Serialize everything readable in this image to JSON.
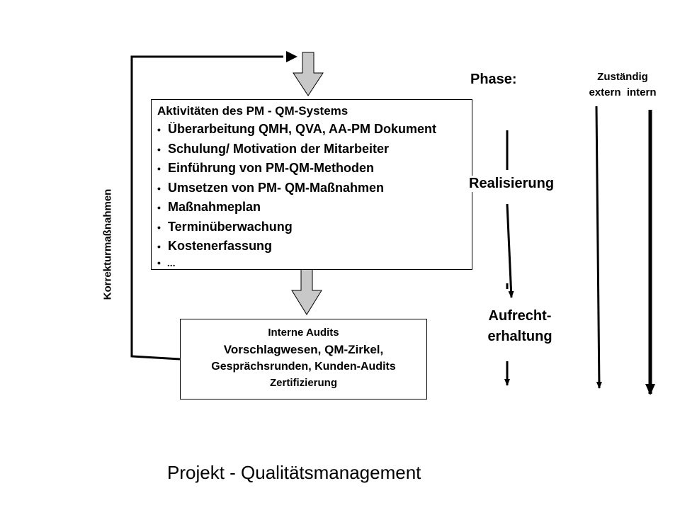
{
  "activities_box": {
    "title": "Aktivitäten des PM - QM-Systems",
    "items": [
      "Überarbeitung QMH, QVA, AA-PM Dokument",
      "Schulung/ Motivation der Mitarbeiter",
      "Einführung von PM-QM-Methoden",
      "Umsetzen von PM- QM-Maßnahmen",
      "Maßnahmeplan",
      "Terminüberwachung",
      "Kostenerfassung",
      "..."
    ],
    "bullet": "•"
  },
  "audits_box": {
    "lines": [
      "Interne Audits",
      "Vorschlagwesen, QM-Zirkel,",
      "Gesprächsrunden, Kunden-Audits",
      "Zertifizierung"
    ]
  },
  "phase": {
    "heading": "Phase:",
    "stages": [
      "Realisierung",
      "Aufrecht-",
      "erhaltung"
    ]
  },
  "responsibility": {
    "heading": "Zuständig",
    "columns": "extern  intern"
  },
  "feedback_label": "Korrekturmaßnahmen",
  "footer_title": "Projekt - Qualitätsmanagement",
  "colors": {
    "block_arrow_fill": "#c8c8c8",
    "line": "#000000"
  }
}
